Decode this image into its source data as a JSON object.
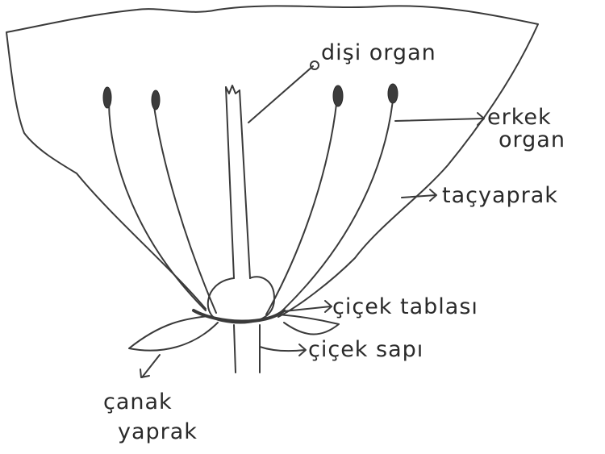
{
  "labels": {
    "disi_organ": "dişi organ",
    "erkek_organ_line1": "erkek",
    "erkek_organ_line2": "organ",
    "tac_yaprak": "taçyaprak",
    "cicek_tablasi": "çiçek tablası",
    "cicek_sapi": "çiçek sapı",
    "canak_yaprak_line1": "çanak",
    "canak_yaprak_line2": "yaprak"
  },
  "colors": {
    "ink": "#2a2a2a",
    "anther": "#3c3c3c",
    "paper": "#ffffff"
  }
}
